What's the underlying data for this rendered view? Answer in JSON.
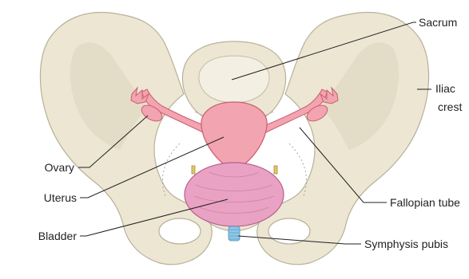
{
  "labels": {
    "sacrum": "Sacrum",
    "iliac_line1": "Iliac",
    "iliac_line2": "crest",
    "ovary": "Ovary",
    "uterus": "Uterus",
    "bladder": "Bladder",
    "fallopian_tube": "Fallopian tube",
    "symphysis_pubis": "Symphysis pubis"
  },
  "colors": {
    "bone": "#ece6d3",
    "uterus": "#f2a4b0",
    "bladder": "#e9a2c4",
    "symphysis": "#8ec8e8"
  }
}
